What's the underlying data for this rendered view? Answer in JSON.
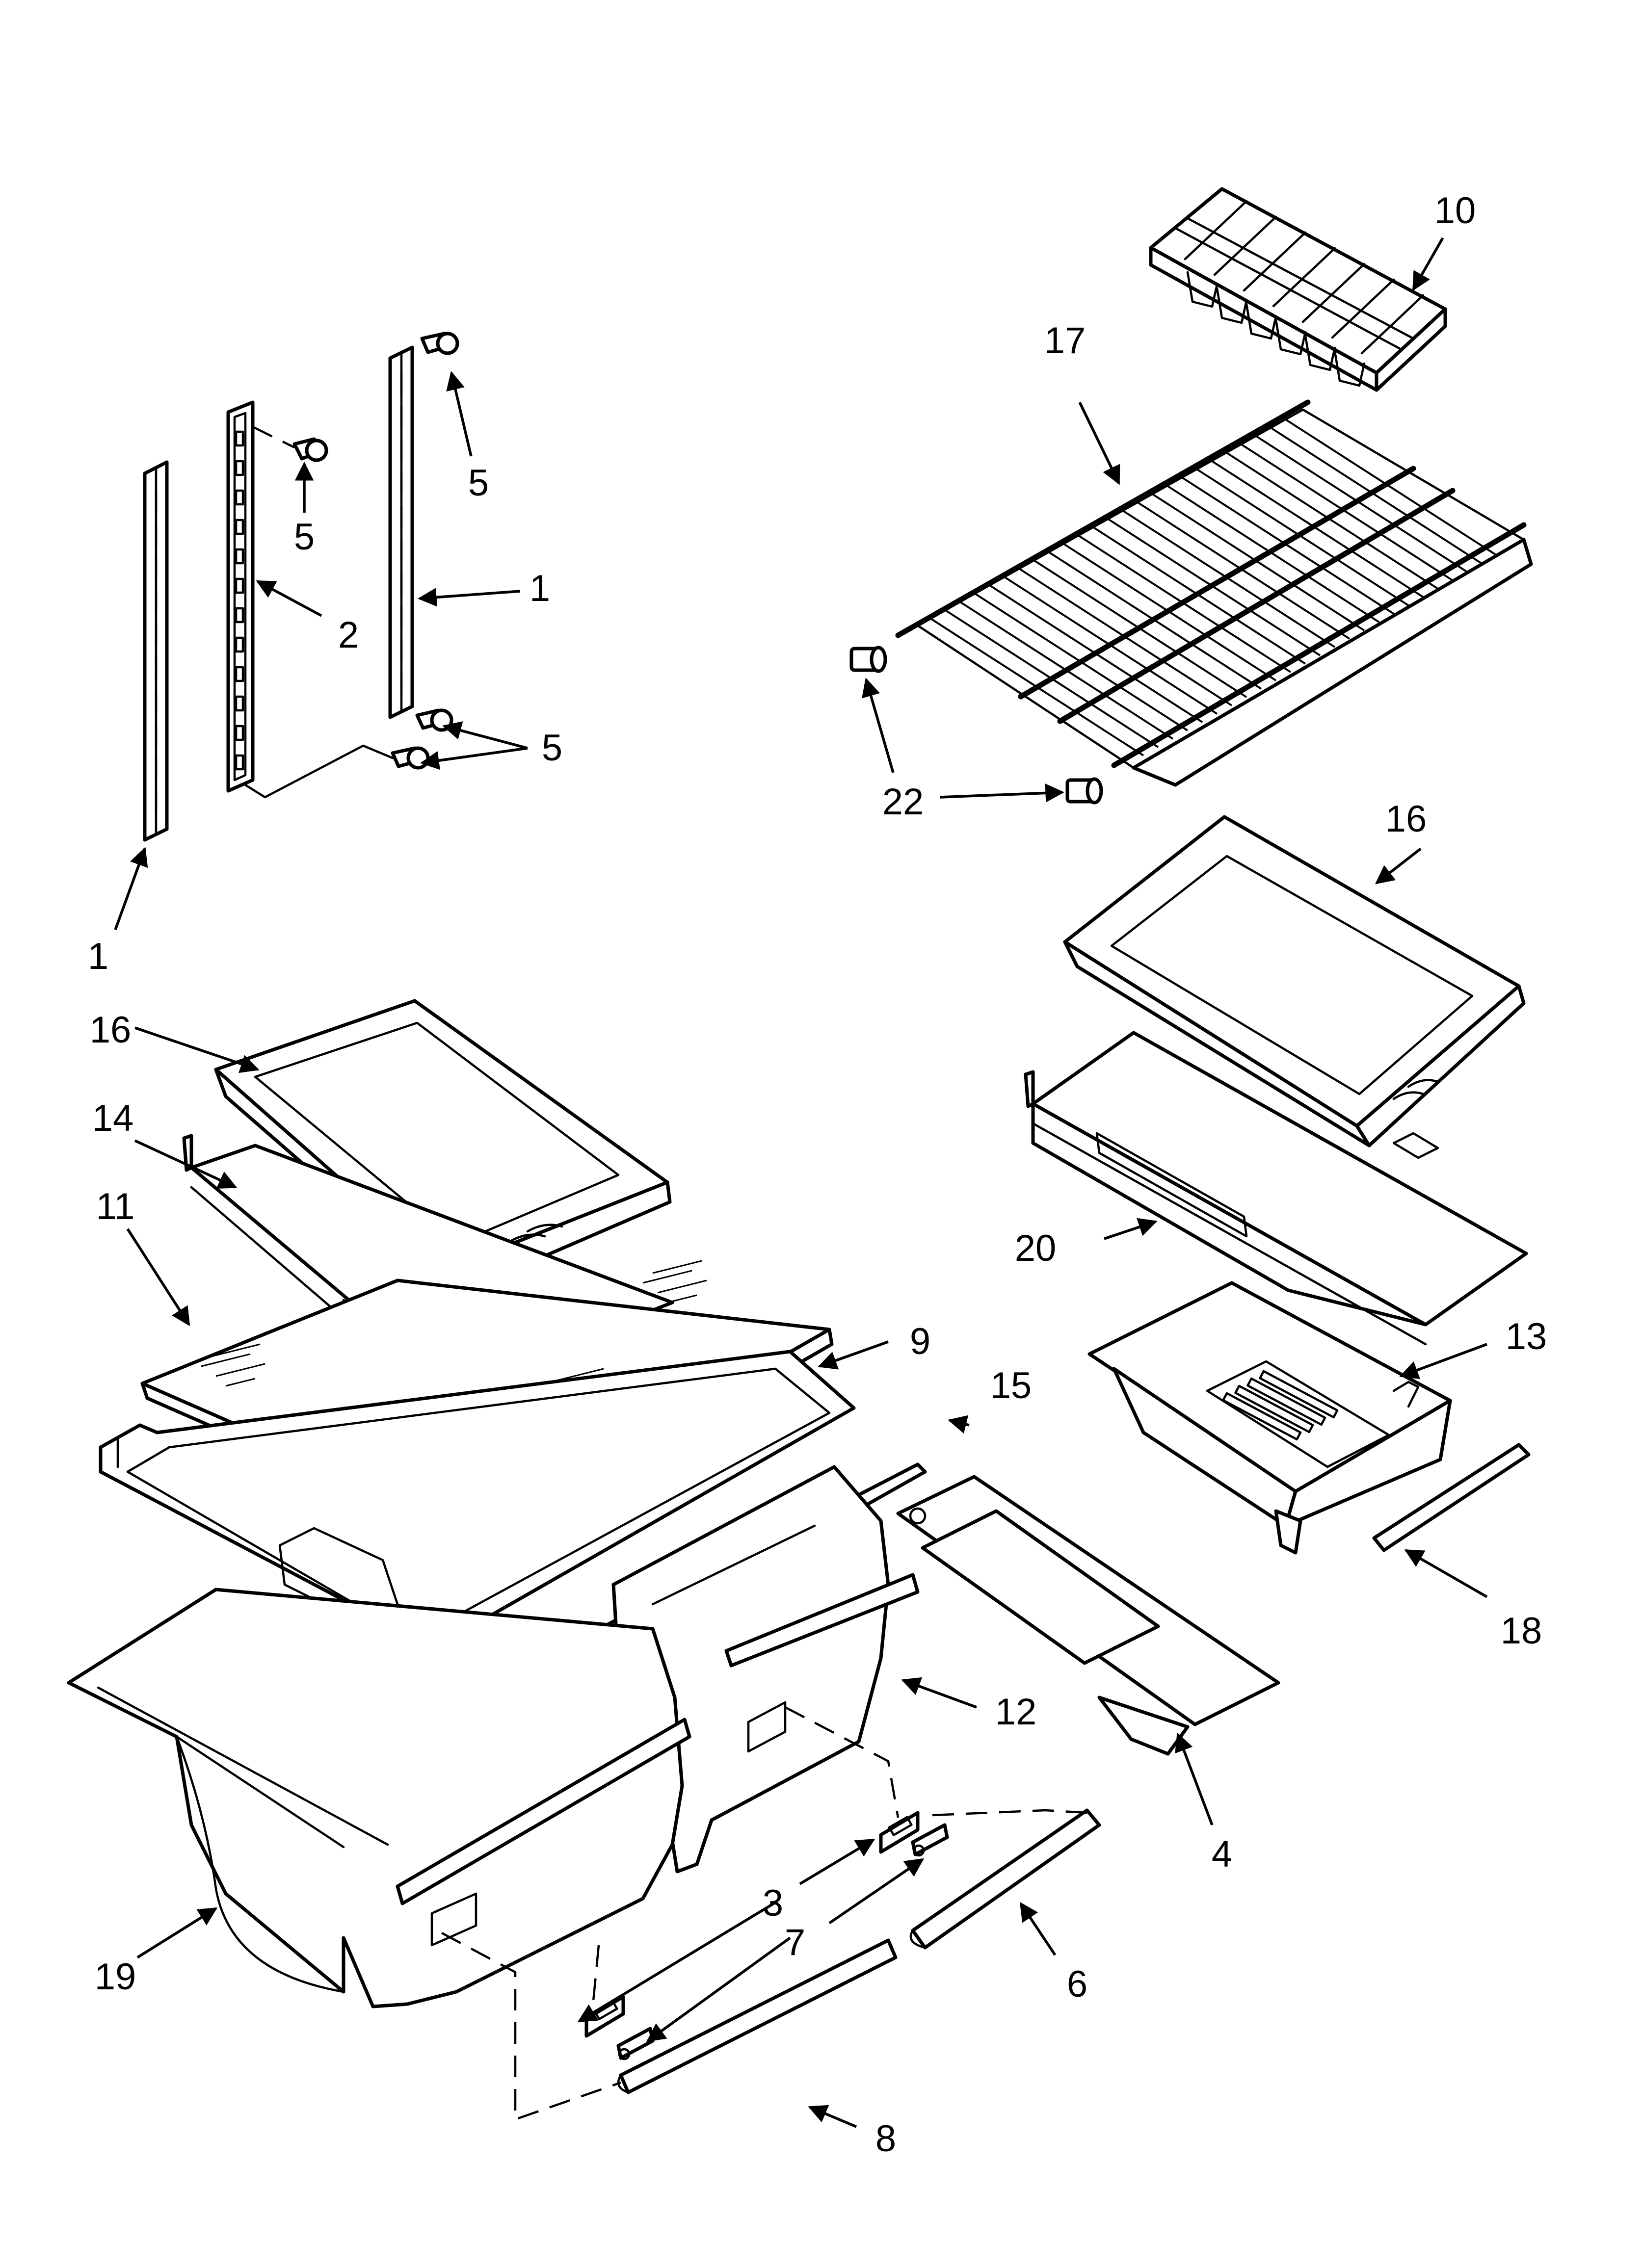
{
  "diagram": {
    "callouts": {
      "c1a": "1",
      "c1b": "1",
      "c2": "2",
      "c3": "3",
      "c4": "4",
      "c5a": "5",
      "c5b": "5",
      "c5c": "5",
      "c6": "6",
      "c7": "7",
      "c8": "8",
      "c9": "9",
      "c10": "10",
      "c11": "11",
      "c12": "12",
      "c13": "13",
      "c14": "14",
      "c15": "15",
      "c16a": "16",
      "c16b": "16",
      "c17": "17",
      "c18": "18",
      "c19": "19",
      "c20": "20",
      "c22": "22"
    }
  }
}
